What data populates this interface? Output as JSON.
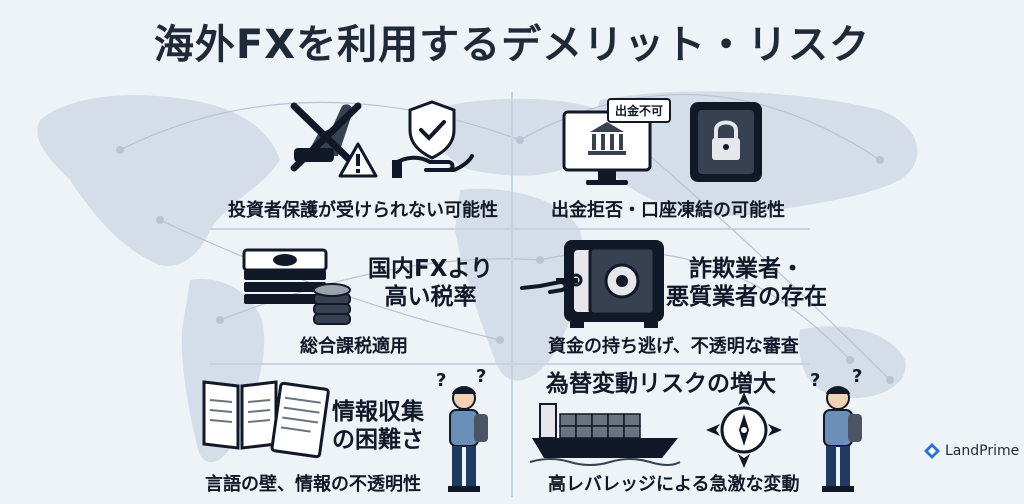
{
  "title": "海外FXを利用するデメリット・リスク",
  "panels": {
    "p1": {
      "caption": "投資者保護が受けられない可能性",
      "icons": [
        "crossed-out-investor-icon",
        "warning-icon",
        "shield-check-hand-icon"
      ]
    },
    "p2": {
      "caption": "出金拒否・口座凍結の可能性",
      "bubble": "出金不可",
      "icons": [
        "bank-monitor-icon",
        "locked-safe-icon"
      ]
    },
    "p3": {
      "heading_line1": "国内FXより",
      "heading_line2": "高い税率",
      "caption": "総合課税適用",
      "icons": [
        "cash-stack-icon",
        "coin-stack-icon"
      ]
    },
    "p4": {
      "heading_line1": "詐欺業者・",
      "heading_line2": "悪質業者の存在",
      "caption": "資金の持ち逃げ、不透明な審査",
      "icons": [
        "open-vault-icon",
        "hand-key-icon"
      ]
    },
    "p5": {
      "heading_line1": "情報収集",
      "heading_line2": "の困難さ",
      "caption": "言語の壁、情報の不透明性",
      "icons": [
        "foreign-book-icon",
        "foreign-document-icon",
        "confused-person-icon"
      ]
    },
    "p6": {
      "heading": "為替変動リスクの増大",
      "caption": "高レバレッジによる急激な変動",
      "icons": [
        "cargo-ship-icon",
        "compass-icon",
        "confused-person-icon"
      ]
    }
  },
  "logo": {
    "text": "LandPrime"
  },
  "colors": {
    "ink": "#1f2937",
    "map": "#d5dde8",
    "line": "#b9c4d2",
    "logo_blue": "#2f6fd8"
  }
}
